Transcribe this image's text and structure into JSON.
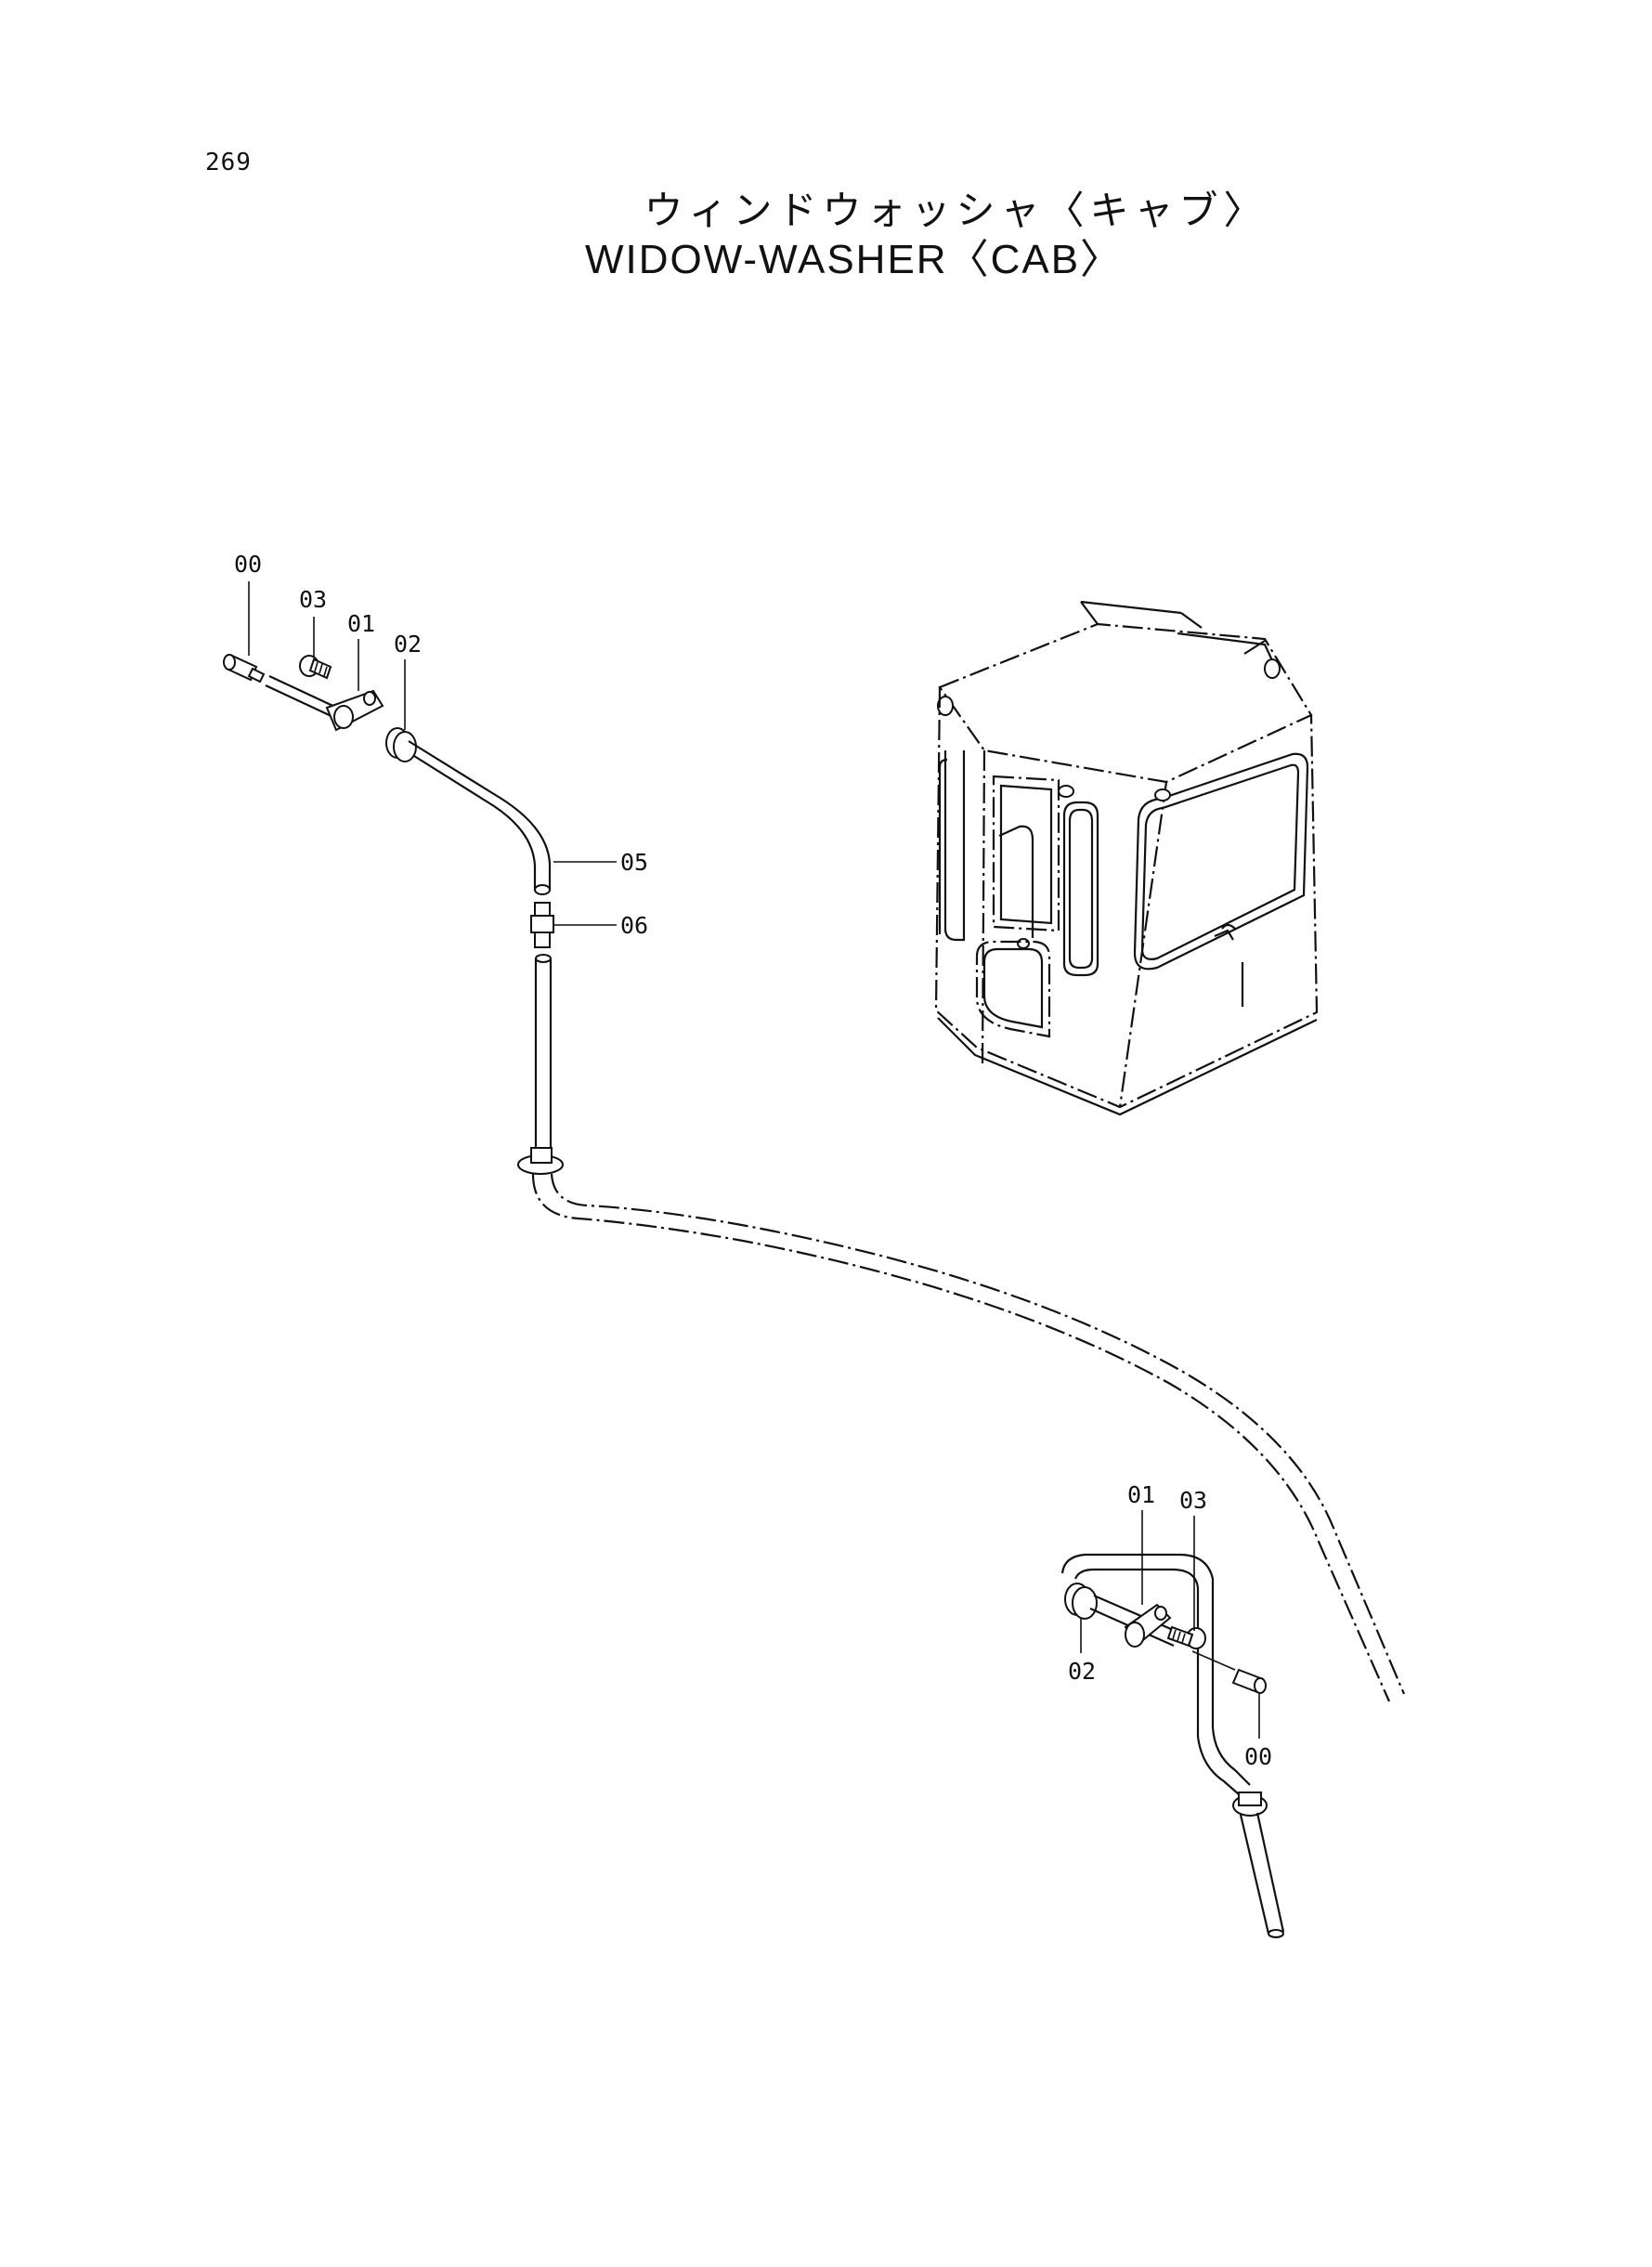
{
  "page_number": "269",
  "title": {
    "japanese": "ウィンドウォッシャ〈キャブ〉",
    "english": "WIDOW-WASHER〈CAB〉"
  },
  "callouts": {
    "upper_00": "00",
    "upper_03": "03",
    "upper_01": "01",
    "upper_02": "02",
    "upper_05": "05",
    "upper_06": "06",
    "lower_01": "01",
    "lower_03": "03",
    "lower_02": "02",
    "lower_00": "00"
  },
  "colors": {
    "line": "#111111",
    "background": "#ffffff"
  }
}
